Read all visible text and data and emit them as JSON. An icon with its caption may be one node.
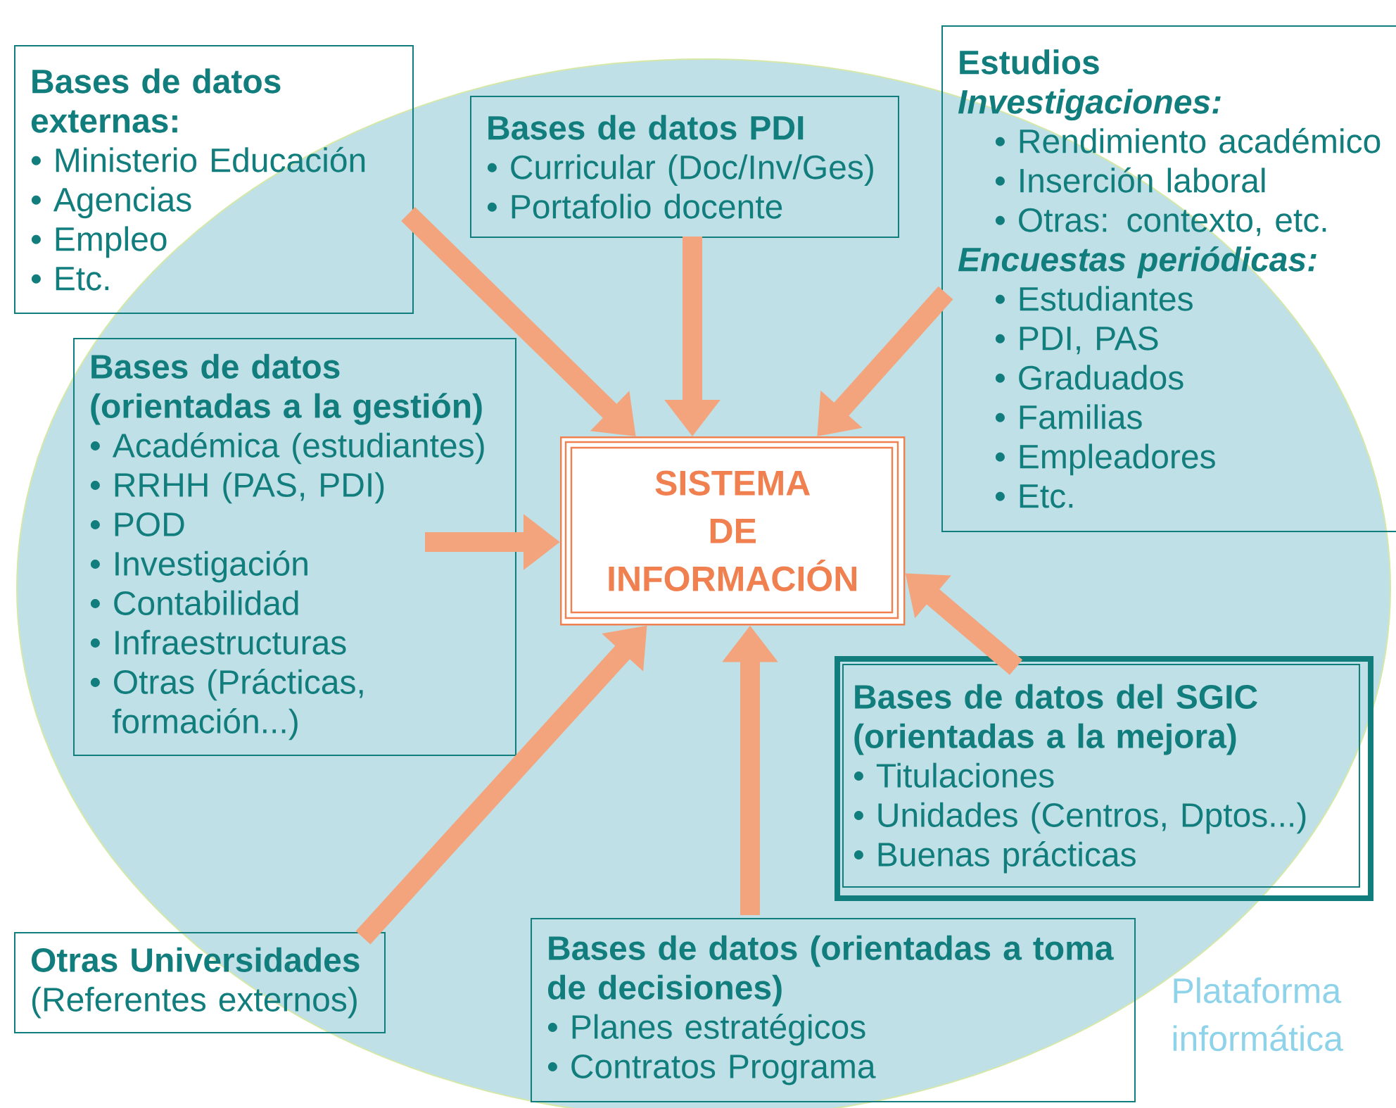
{
  "diagram": {
    "nodes": [
      {
        "text": [
          "Bases de datos externas:",
          "• Ministerio Educación",
          "• Agencias",
          "• Empleo",
          "• Etc."
        ]
      },
      {
        "text": [
          "Bases de datos PDI",
          "• Curricular (Doc/Inv/Ges)",
          "• Portafolio docente"
        ]
      },
      {
        "text": [
          "Estudios",
          "Investigaciones:",
          "• Rendimiento académico",
          "• Inserción laboral",
          "• Otras: contexto, etc.",
          "Encuestas periódicas:",
          "• Estudiantes",
          "• PDI, PAS",
          "• Graduados",
          "• Familias",
          "• Empleadores",
          "• Etc."
        ]
      },
      {
        "text": [
          "Bases de datos (orientadas a la gestión)",
          "• Académica (estudiantes)",
          "• RRHH (PAS, PDI)",
          "• POD",
          "• Investigación",
          "• Contabilidad",
          "• Infraestructuras",
          "• Otras (Prácticas, formación...)"
        ]
      },
      {
        "text": [
          "SISTEMA DE INFORMACIÓN"
        ]
      },
      {
        "text": [
          "Bases de datos del SGIC (orientadas a la mejora)",
          "• Titulaciones",
          "• Unidades (Centros, Dptos...)",
          "• Buenas prácticas"
        ]
      },
      {
        "text": [
          "Otras Universidades",
          "(Referentes externos)"
        ]
      },
      {
        "text": [
          "Bases de datos (orientadas a toma de decisiones)",
          "• Planes estratégicos",
          "• Contratos Programa"
        ]
      }
    ],
    "edges": [
      {
        "from": 0,
        "to": 4,
        "arrow": "to"
      },
      {
        "from": 1,
        "to": 4,
        "arrow": "to"
      },
      {
        "from": 2,
        "to": 4,
        "arrow": "to"
      },
      {
        "from": 3,
        "to": 4,
        "arrow": "to"
      },
      {
        "from": 5,
        "to": 4,
        "arrow": "to"
      },
      {
        "from": 6,
        "to": 4,
        "arrow": "to"
      },
      {
        "from": 7,
        "to": 4,
        "arrow": "to"
      }
    ],
    "labels": [
      "Plataforma informática"
    ]
  }
}
